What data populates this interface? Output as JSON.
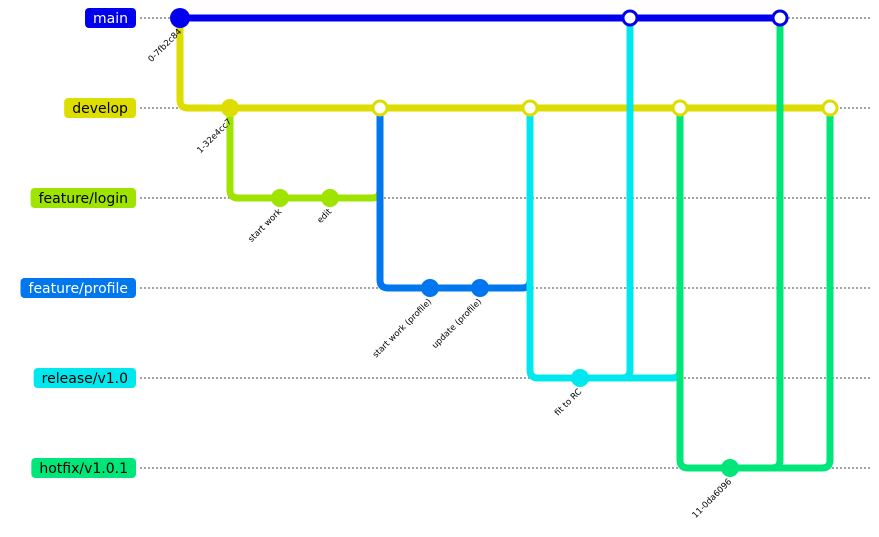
{
  "branches": [
    {
      "name": "main",
      "color": "#0000ee",
      "text_color": "#ffffff"
    },
    {
      "name": "develop",
      "color": "#dedd00",
      "text_color": "#000000"
    },
    {
      "name": "feature/login",
      "color": "#9fe400",
      "text_color": "#000000"
    },
    {
      "name": "feature/profile",
      "color": "#0077ee",
      "text_color": "#ffffff"
    },
    {
      "name": "release/v1.0",
      "color": "#00e8ee",
      "text_color": "#000000"
    },
    {
      "name": "hotfix/v1.0.1",
      "color": "#00e678",
      "text_color": "#000000"
    }
  ],
  "commits": [
    {
      "branch": "main",
      "label": "0-7fb2c84",
      "type": "normal"
    },
    {
      "branch": "develop",
      "label": "1-32e4cc7",
      "type": "normal"
    },
    {
      "branch": "feature/login",
      "label": "start work",
      "type": "normal"
    },
    {
      "branch": "feature/login",
      "label": "edit",
      "type": "normal"
    },
    {
      "branch": "develop",
      "label": "",
      "type": "merge"
    },
    {
      "branch": "feature/profile",
      "label": "start work (profile)",
      "type": "normal"
    },
    {
      "branch": "feature/profile",
      "label": "update (profile)",
      "type": "normal"
    },
    {
      "branch": "develop",
      "label": "",
      "type": "merge"
    },
    {
      "branch": "release/v1.0",
      "label": "fit to RC",
      "type": "normal"
    },
    {
      "branch": "main",
      "label": "",
      "type": "merge"
    },
    {
      "branch": "develop",
      "label": "",
      "type": "merge"
    },
    {
      "branch": "hotfix/v1.0.1",
      "label": "11-0da6096",
      "type": "normal"
    },
    {
      "branch": "main",
      "label": "",
      "type": "merge"
    },
    {
      "branch": "develop",
      "label": "",
      "type": "merge"
    }
  ]
}
